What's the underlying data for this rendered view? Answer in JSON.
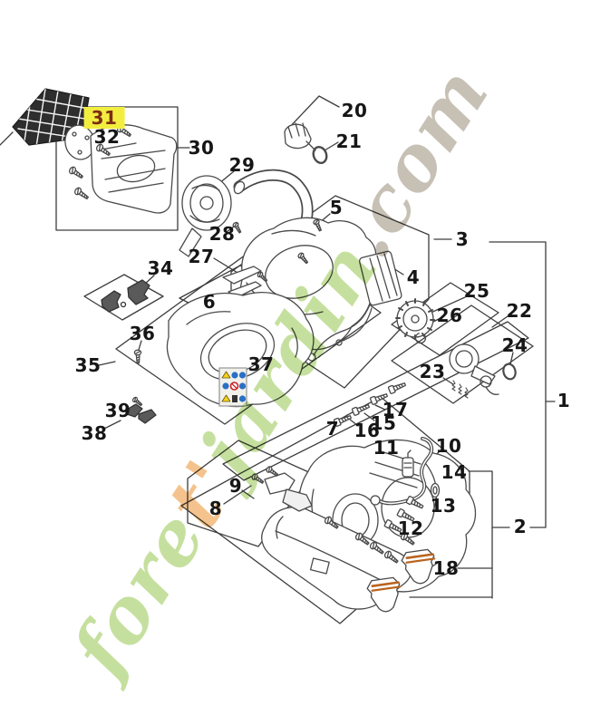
{
  "diagram": {
    "kind": "exploded-parts-diagram",
    "highlight_color": "#f2ee3f",
    "highlight_text_color": "#7c2d12",
    "line_color": "#4a4a4a",
    "piston_stripe_color": "#b9641f"
  },
  "watermark": {
    "text": "foret'jardin.com",
    "segments": [
      {
        "text": "fore",
        "color": "#b7d986"
      },
      {
        "text": "t'",
        "color": "#f1b470"
      },
      {
        "text": "jardin",
        "color": "#b7d986"
      },
      {
        "text": ".com",
        "color": "#b9b1a2"
      }
    ]
  },
  "labels": {
    "n1": "1",
    "n2": "2",
    "n3": "3",
    "n4": "4",
    "n5": "5",
    "n6": "6",
    "n7": "7",
    "n8": "8",
    "n9": "9",
    "n10": "10",
    "n11": "11",
    "n12": "12",
    "n13": "13",
    "n14": "14",
    "n15": "15",
    "n16": "16",
    "n17": "17",
    "n18": "18",
    "n20": "20",
    "n21": "21",
    "n22": "22",
    "n23": "23",
    "n24": "24",
    "n25": "25",
    "n26": "26",
    "n27": "27",
    "n28": "28",
    "n29": "29",
    "n30": "30",
    "n31": "31",
    "n32": "32",
    "n34": "34",
    "n35": "35",
    "n36": "36",
    "n37": "37",
    "n38": "38",
    "n39": "39"
  },
  "sticker": {
    "icons": [
      "warning-triangle-icon",
      "blue-mandatory-icon",
      "blue-mandatory-icon",
      "blue-mandatory-icon",
      "red-prohibition-icon",
      "blue-mandatory-icon",
      "warning-triangle-icon",
      "dark-pictogram-icon",
      "blue-mandatory-icon"
    ]
  }
}
